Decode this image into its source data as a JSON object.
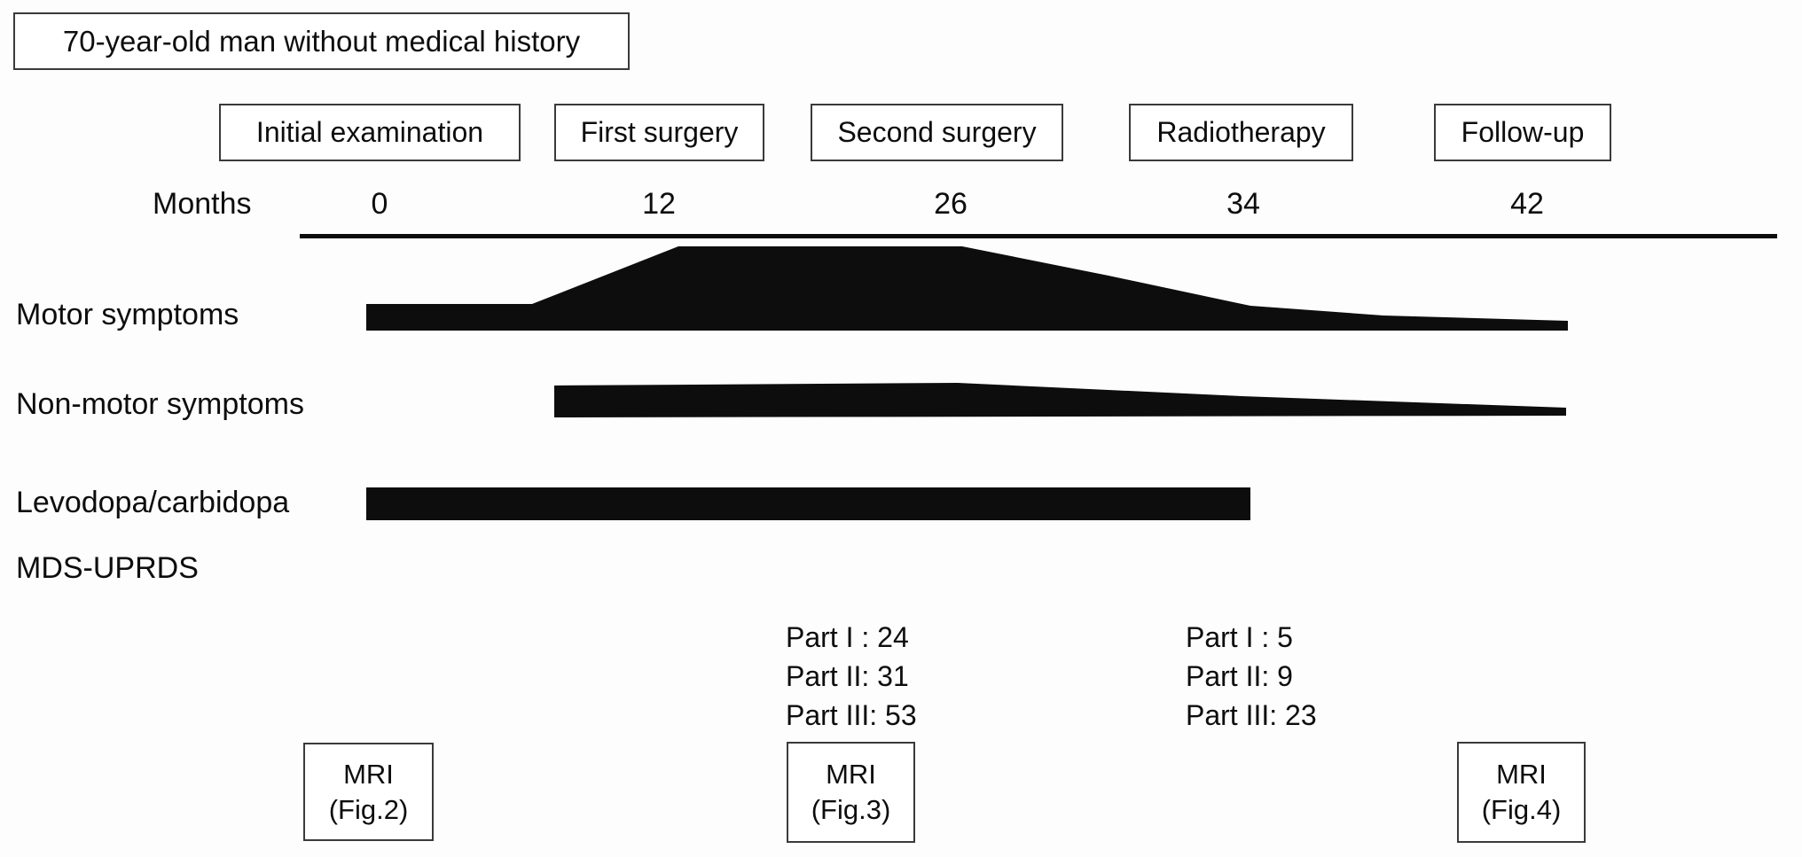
{
  "figure": {
    "patient_label": "70-year-old man without medical history",
    "months_label": "Months",
    "events": [
      {
        "label": "Initial examination",
        "month": "0"
      },
      {
        "label": "First surgery",
        "month": "12"
      },
      {
        "label": "Second surgery",
        "month": "26"
      },
      {
        "label": "Radiotherapy",
        "month": "34"
      },
      {
        "label": "Follow-up",
        "month": "42"
      }
    ],
    "rows": {
      "motor": "Motor symptoms",
      "non_motor": "Non-motor symptoms",
      "levodopa": "Levodopa/carbidopa",
      "mds": "MDS-UPRDS"
    },
    "scores": [
      {
        "lines": [
          "Part I : 24",
          "Part II: 31",
          "Part III: 53"
        ]
      },
      {
        "lines": [
          "Part I : 5",
          "Part II: 9",
          "Part III: 23"
        ]
      }
    ],
    "mri": [
      {
        "line1": "MRI",
        "line2": "(Fig.2)"
      },
      {
        "line1": "MRI",
        "line2": "(Fig.3)"
      },
      {
        "line1": "MRI",
        "line2": "(Fig.4)"
      }
    ],
    "colors": {
      "ink": "#0d0d0d",
      "background": "#fdfdfd",
      "box_border": "#3a3a3a"
    }
  }
}
